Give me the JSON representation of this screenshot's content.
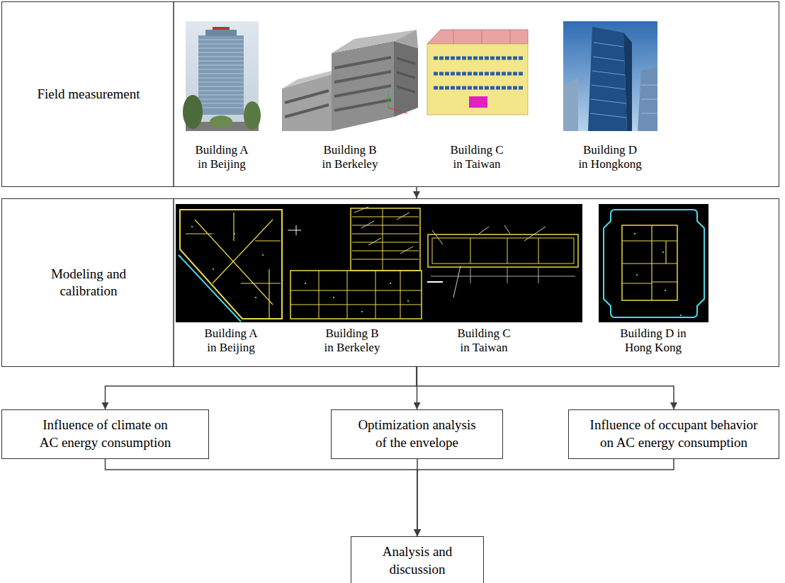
{
  "diagram": {
    "nodes": [
      {
        "text": [
          "Field measurement"
        ]
      },
      {
        "text": [
          "Modeling and calibration"
        ]
      },
      {
        "text": [
          "Influence of climate on AC energy consumption"
        ]
      },
      {
        "text": [
          "Optimization analysis of the envelope"
        ]
      },
      {
        "text": [
          "Influence of occupant behavior on AC energy consumption"
        ]
      },
      {
        "text": [
          "Analysis and discussion"
        ]
      }
    ],
    "edges": [
      {
        "from": 0,
        "to": 1,
        "arrow": "to"
      },
      {
        "from": 1,
        "to": 2,
        "arrow": "to"
      },
      {
        "from": 1,
        "to": 3,
        "arrow": "to"
      },
      {
        "from": 1,
        "to": 4,
        "arrow": "to"
      },
      {
        "from": 2,
        "to": 5,
        "arrow": "to"
      },
      {
        "from": 3,
        "to": 5,
        "arrow": "to"
      },
      {
        "from": 4,
        "to": 5,
        "arrow": "to"
      }
    ],
    "labels": [
      "Building A in Beijing",
      "Building B in Berkeley",
      "Building C in Taiwan",
      "Building D in Hongkong",
      "Building A in Beijing",
      "Building B in Berkeley",
      "Building C in Taiwan",
      "Building D in Hong Kong"
    ]
  }
}
